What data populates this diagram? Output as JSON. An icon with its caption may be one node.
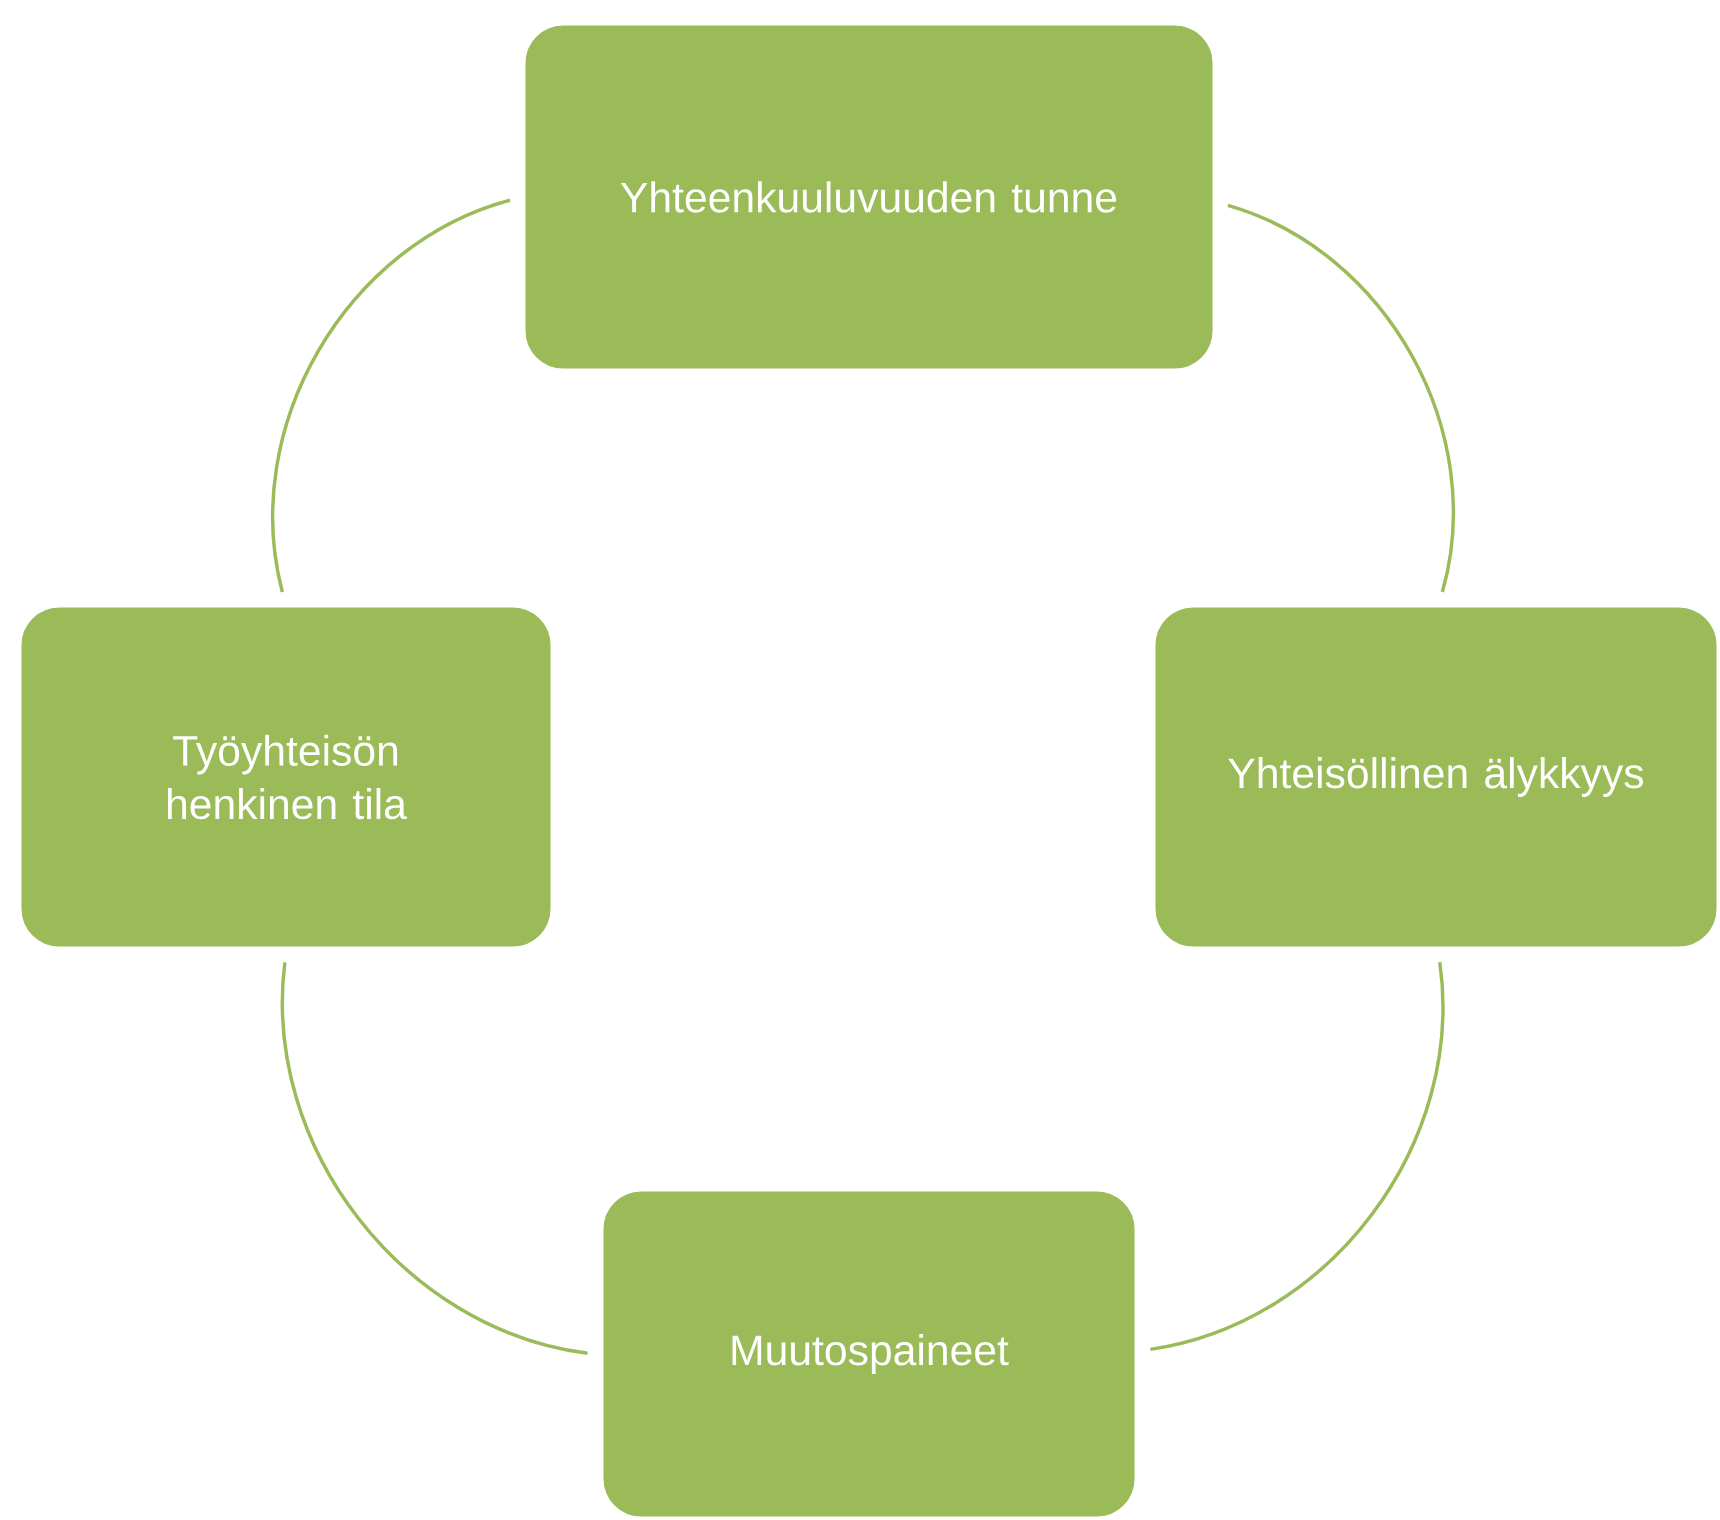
{
  "diagram": {
    "nodes": [
      {
        "text": [
          "Yhteenkuuluvuuden tunne"
        ]
      },
      {
        "text": [
          "Yhteisöllinen älykkyys"
        ]
      },
      {
        "text": [
          "Muutospaineet"
        ]
      },
      {
        "text": [
          "Työyhteisön henkinen tila"
        ]
      }
    ],
    "edges": [
      {
        "from": 0,
        "to": 1,
        "arrow": "none"
      },
      {
        "from": 1,
        "to": 2,
        "arrow": "none"
      },
      {
        "from": 2,
        "to": 3,
        "arrow": "none"
      },
      {
        "from": 3,
        "to": 0,
        "arrow": "none"
      }
    ]
  }
}
